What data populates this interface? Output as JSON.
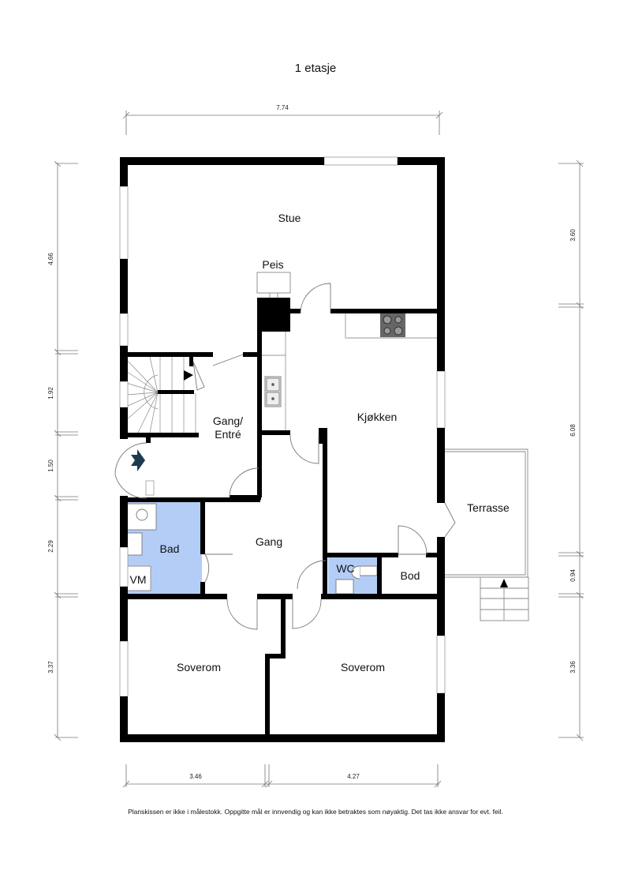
{
  "title": "1 etasje",
  "footer_note": "Planskissen er ikke i målestokk. Oppgitte mål er innvendig og kan ikke betraktes som nøyaktig. Det tas ikke ansvar for evt. feil.",
  "colors": {
    "wall": "#000000",
    "wet_room_fill": "#b3cdf7",
    "entry_arrow": "#1c3b4f",
    "window_stroke": "#999999",
    "dimension_line": "#777777"
  },
  "rooms": {
    "stue": "Stue",
    "peis": "Peis",
    "gang_entre_line1": "Gang/",
    "gang_entre_line2": "Entré",
    "kjokken": "Kjøkken",
    "terrasse": "Terrasse",
    "bad": "Bad",
    "vm": "VM",
    "gang": "Gang",
    "wc": "WC",
    "bod": "Bod",
    "soverom_left": "Soverom",
    "soverom_right": "Soverom"
  },
  "dimensions": {
    "top_width": "7.74",
    "bottom_left": "3.46",
    "bottom_right": "4.27",
    "left": [
      "4.66",
      "1.92",
      "1.50",
      "2.29",
      "3.37"
    ],
    "right": [
      "3.60",
      "6.08",
      "0.94",
      "3.36"
    ]
  },
  "icons": {
    "entry": "entry-arrow-icon",
    "stair_direction": "stair-arrow-icon",
    "terrace_stair_direction": "stair-arrow-icon",
    "stove": "stove-icon",
    "sink": "kitchen-sink-icon",
    "shower": "shower-icon",
    "toilet": "toilet-icon"
  }
}
